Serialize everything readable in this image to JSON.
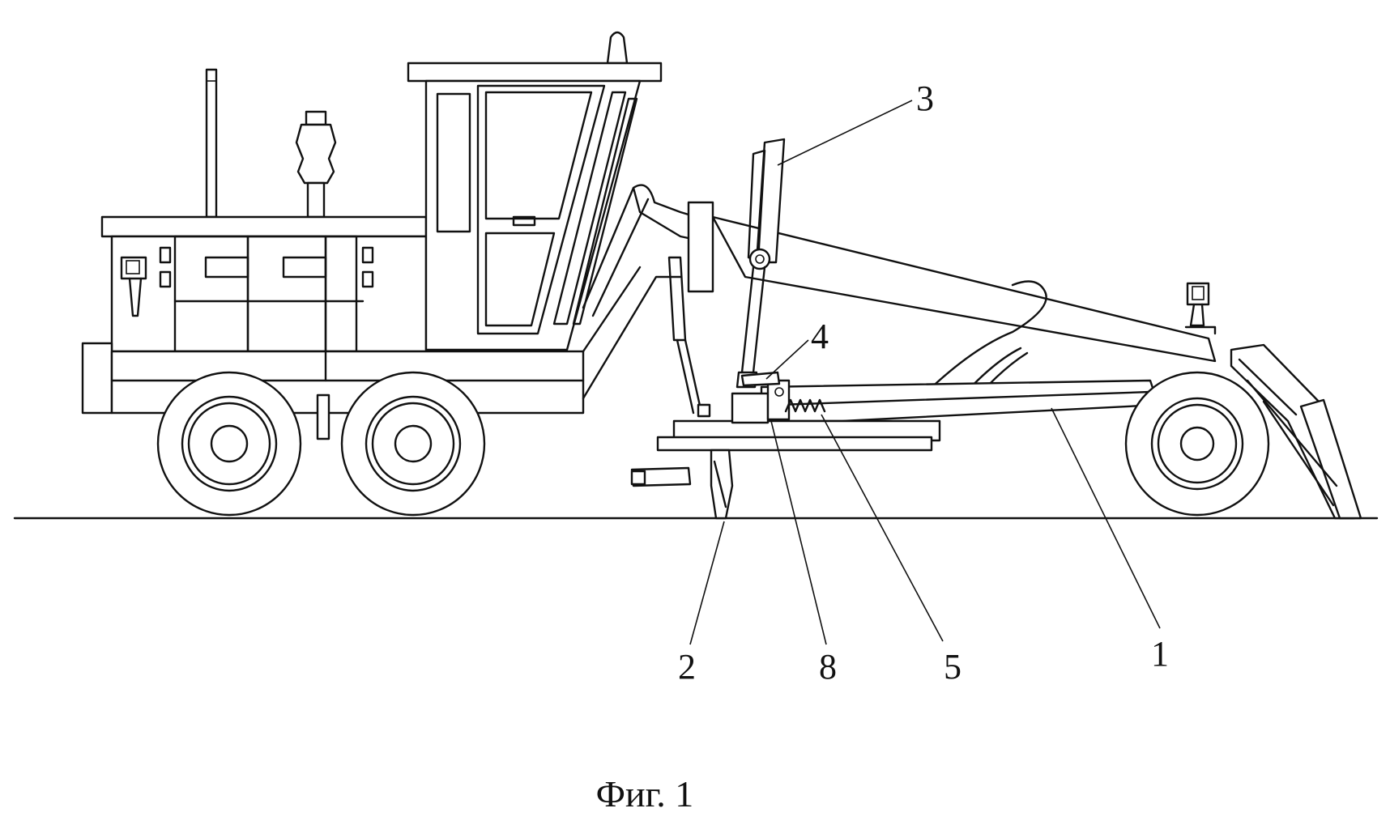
{
  "figure": {
    "caption": "Фиг. 1",
    "callouts": [
      {
        "id": "c1",
        "text": "1"
      },
      {
        "id": "c2",
        "text": "2"
      },
      {
        "id": "c3",
        "text": "3"
      },
      {
        "id": "c4",
        "text": "4"
      },
      {
        "id": "c5",
        "text": "5"
      },
      {
        "id": "c8",
        "text": "8"
      }
    ]
  }
}
